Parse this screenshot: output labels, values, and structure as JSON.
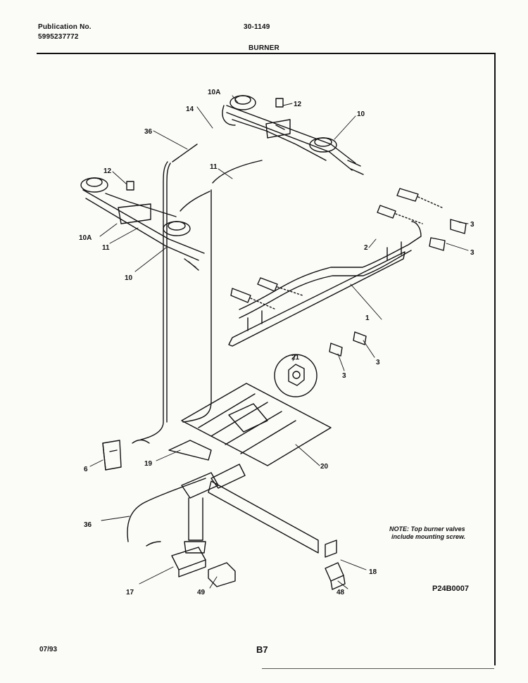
{
  "header": {
    "publication_label": "Publication No.",
    "publication_number": "5995237772",
    "model_number": "30-1149",
    "section_title": "BURNER"
  },
  "parts": {
    "p1": "1",
    "p2": "2",
    "p3a": "3",
    "p3b": "3",
    "p3c": "3",
    "p3d": "3",
    "p6": "6",
    "p10a": "10",
    "p10b": "10",
    "p10A_a": "10A",
    "p10A_b": "10A",
    "p11a": "11",
    "p11b": "11",
    "p12a": "12",
    "p12b": "12",
    "p14": "14",
    "p17": "17",
    "p18": "18",
    "p19": "19",
    "p20": "20",
    "p21": "21",
    "p36a": "36",
    "p36b": "36",
    "p49": "49",
    "p48": "48"
  },
  "note": {
    "line1": "NOTE: Top burner valves",
    "line2": "include mounting screw."
  },
  "figure_code": "P24B0007",
  "footer": {
    "date": "07/93",
    "page": "B7"
  },
  "colors": {
    "ink": "#111111",
    "paper": "#fbfbf8"
  }
}
